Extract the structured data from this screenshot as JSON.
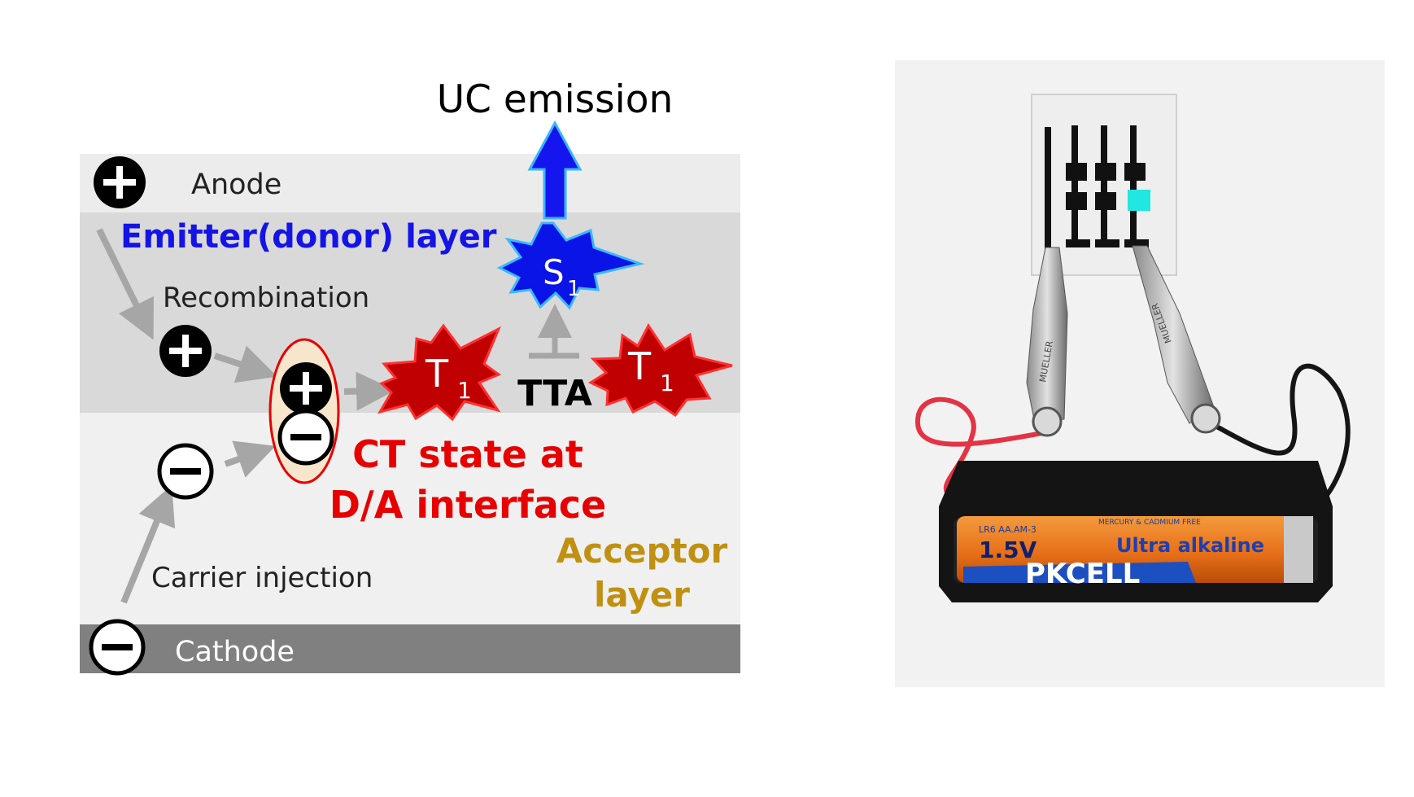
{
  "diagram": {
    "uc_emission": "UC emission",
    "anode": "Anode",
    "emitter_layer": "Emitter(donor) layer",
    "recombination": "Recombination",
    "tta": "TTA",
    "s1": {
      "letter": "S",
      "sub": "1"
    },
    "t1": {
      "letter": "T",
      "sub": "1"
    },
    "ct_state_line1": "CT state at",
    "ct_state_line2": "D/A interface",
    "acceptor_line1": "Acceptor",
    "acceptor_line2": "layer",
    "carrier_injection": "Carrier injection",
    "cathode": "Cathode",
    "colors": {
      "anode_bg": "#ececec",
      "emitter_bg": "#d9d9d9",
      "acceptor_bg": "#f0f0f0",
      "cathode_bg": "#808080",
      "emitter_text": "#1414e6",
      "ct_text": "#e60000",
      "acceptor_text": "#c09010",
      "s1_fill": "#0a14e6",
      "t1_fill": "#c00000",
      "arrow_gray": "#a6a6a6"
    }
  },
  "photo": {
    "battery_label_1": "LR6 AA.AM-3",
    "battery_label_2": "MERCURY & CADMIUM FREE",
    "battery_voltage": "1.5V",
    "battery_type": "Ultra alkaline",
    "battery_brand": "PKCELL",
    "clip_brand": "MUELLER"
  }
}
